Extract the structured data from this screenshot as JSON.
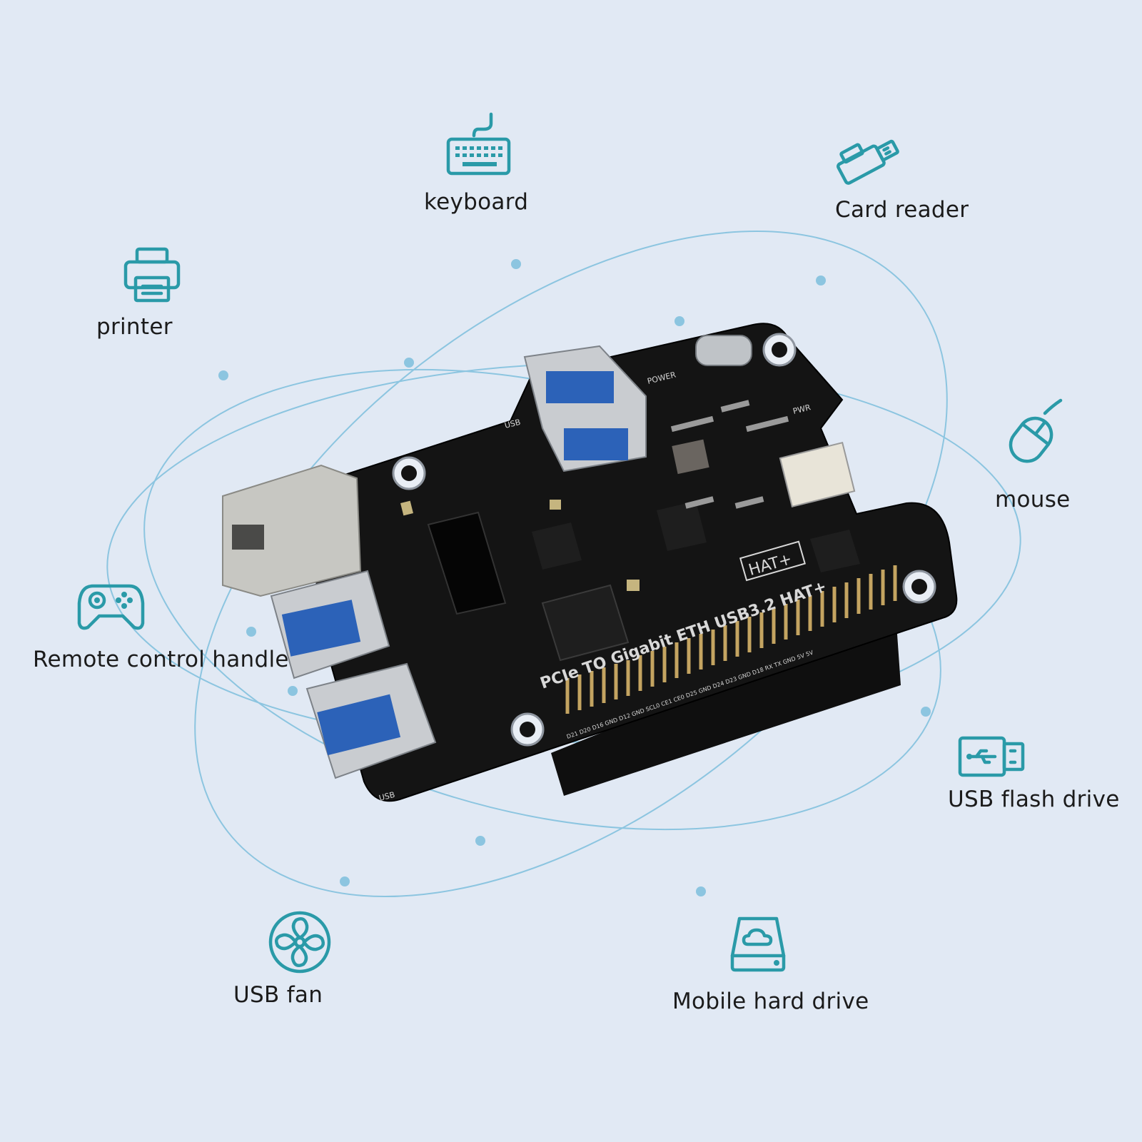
{
  "colors": {
    "background": "#e1e9f4",
    "accent": "#2a9aa8",
    "orbit": "#8cc5e0",
    "board": "#141414"
  },
  "peripherals": {
    "keyboard": {
      "label": "keyboard",
      "icon": "keyboard-icon"
    },
    "card_reader": {
      "label": "Card reader",
      "icon": "card-reader-icon"
    },
    "printer": {
      "label": "printer",
      "icon": "printer-icon"
    },
    "mouse": {
      "label": "mouse",
      "icon": "mouse-icon"
    },
    "remote_control": {
      "label": "Remote control handle",
      "icon": "gamepad-icon"
    },
    "usb_flash": {
      "label": "USB flash drive",
      "icon": "usb-flash-drive-icon"
    },
    "usb_fan": {
      "label": "USB fan",
      "icon": "fan-icon"
    },
    "hard_drive": {
      "label": "Mobile hard drive",
      "icon": "hard-drive-icon"
    }
  },
  "board": {
    "name": "PCIe TO Gigabit ETH USB3.2 HAT+",
    "badge": "HAT+",
    "power": "POWER",
    "pwr": "PWR",
    "usb": "USB",
    "pin_labels": "D21 D20 D16 GND D12 GND SCL0 CE1 CE0 D25 GND D24 D23 GND D18 RX TX GND 5V 5V"
  }
}
